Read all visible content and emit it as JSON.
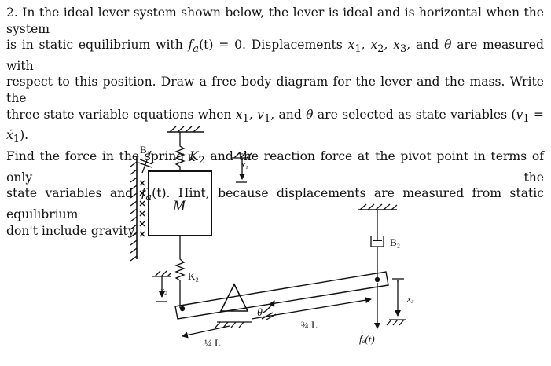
{
  "problem": {
    "line1_a": "2. In the ideal lever system shown below, the lever is ideal and is horizontal when the system",
    "line2_a": "is in static equilibrium with ",
    "line2_fa": "f",
    "line2_fa_sub": "a",
    "line2_b": "(t) = 0.  Displacements ",
    "line2_x1": "x",
    "line2_x1_sub": "1",
    "line2_sep1": ", ",
    "line2_x2": "x",
    "line2_x2_sub": "2",
    "line2_sep2": ", ",
    "line2_x3": "x",
    "line2_x3_sub": "3",
    "line2_c": ", and ",
    "line2_theta": "θ",
    "line2_d": " are measured with",
    "line3": "respect to this position.  Draw a free body diagram for the lever and the mass.  Write the",
    "line4_a": "three state variable equations when ",
    "line4_x1": "x",
    "line4_x1_sub": "1",
    "line4_b": ", ",
    "line4_v1": "v",
    "line4_v1_sub": "1",
    "line4_c": ", and ",
    "line4_theta": "θ",
    "line4_d": " are selected as state variables (",
    "line4_v1b": "v",
    "line4_v1b_sub": "1",
    "line4_e": " = ",
    "line4_xdot": "ẋ",
    "line4_xdot_sub": "1",
    "line4_f": ").",
    "line5_a": "Find the force in the spring ",
    "line5_k2": "K",
    "line5_k2_sub": "2",
    "line5_b": " and the reaction force at the pivot point in terms of only the",
    "line6_a": "state variables and ",
    "line6_fa": "f",
    "line6_fa_sub": "a",
    "line6_b": "(t).  Hint, because displacements are measured from static equilibrium",
    "line7": "don't include gravity."
  },
  "figure": {
    "b1": "B₁",
    "k1": "K₁",
    "x1": "x₁",
    "mass": "M",
    "b2": "B₂",
    "k2": "K₂",
    "x2": "x₂",
    "x3": "x₃",
    "theta": "θ",
    "quarter_l": "¼ L",
    "three_quarter_l": "¾ L",
    "fa": "fₐ(t)"
  }
}
